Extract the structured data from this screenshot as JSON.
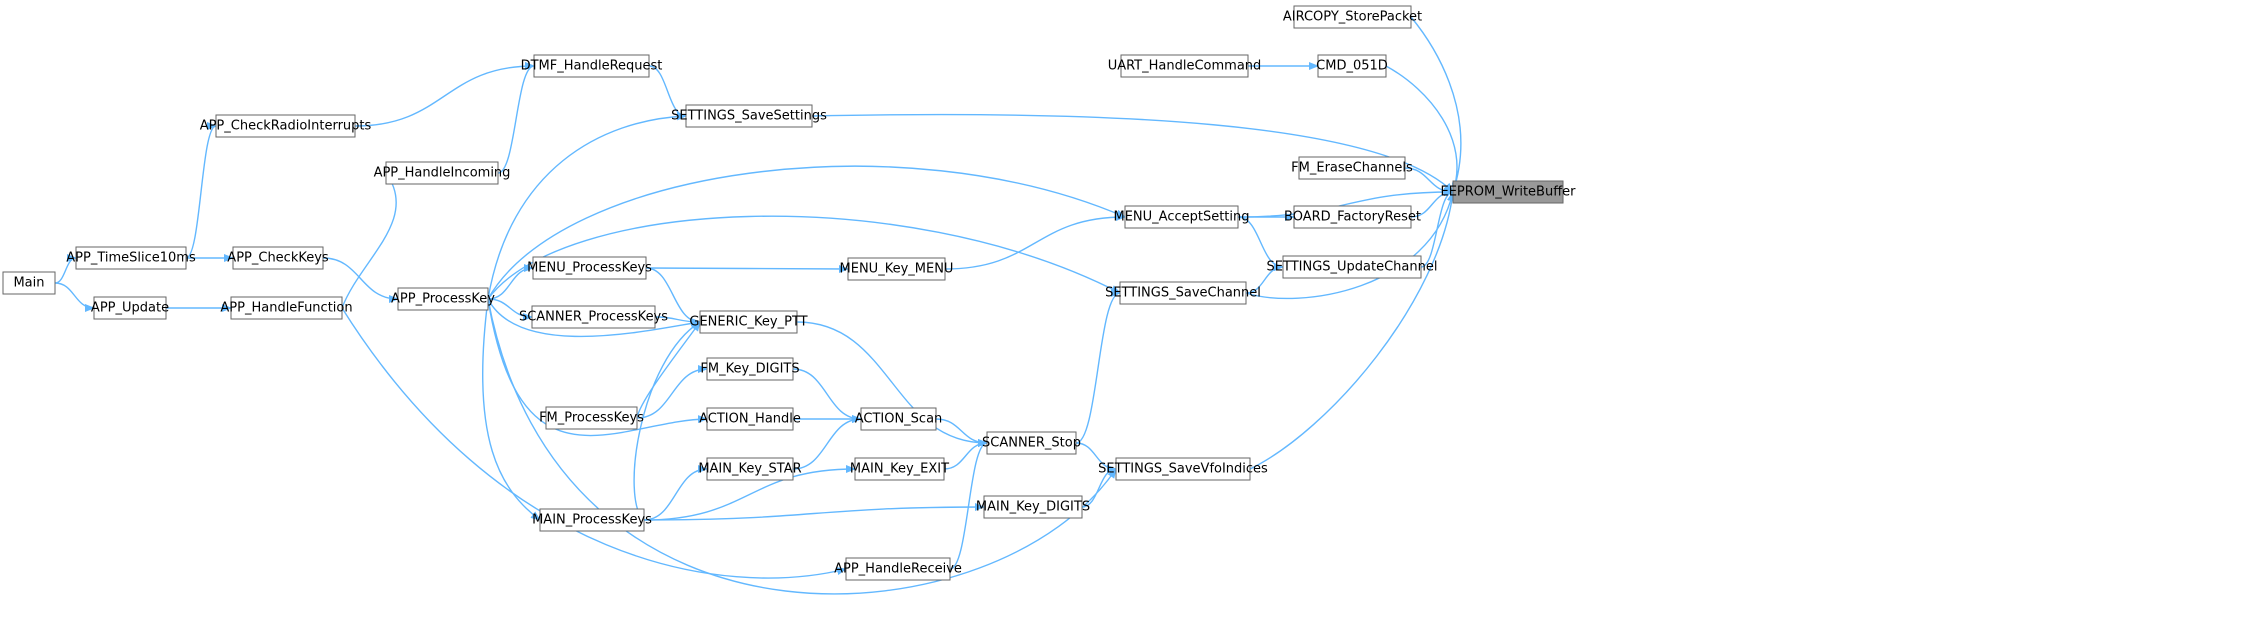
{
  "graph": {
    "root": "EEPROM_WriteBuffer",
    "colors": {
      "edge": "#63b8ff",
      "node_border": "#666666",
      "focus_fill": "#999999",
      "node_fill": "#ffffff"
    },
    "nodes": [
      {
        "id": "Main",
        "label": "Main"
      },
      {
        "id": "APP_TimeSlice10ms",
        "label": "APP_TimeSlice10ms"
      },
      {
        "id": "APP_Update",
        "label": "APP_Update"
      },
      {
        "id": "APP_CheckRadioInterrupts",
        "label": "APP_CheckRadioInterrupts"
      },
      {
        "id": "APP_CheckKeys",
        "label": "APP_CheckKeys"
      },
      {
        "id": "APP_HandleFunction",
        "label": "APP_HandleFunction"
      },
      {
        "id": "APP_HandleIncoming",
        "label": "APP_HandleIncoming"
      },
      {
        "id": "APP_ProcessKey",
        "label": "APP_ProcessKey"
      },
      {
        "id": "DTMF_HandleRequest",
        "label": "DTMF_HandleRequest"
      },
      {
        "id": "MENU_ProcessKeys",
        "label": "MENU_ProcessKeys"
      },
      {
        "id": "SCANNER_ProcessKeys",
        "label": "SCANNER_ProcessKeys"
      },
      {
        "id": "FM_ProcessKeys",
        "label": "FM_ProcessKeys"
      },
      {
        "id": "MAIN_ProcessKeys",
        "label": "MAIN_ProcessKeys"
      },
      {
        "id": "SETTINGS_SaveSettings",
        "label": "SETTINGS_SaveSettings"
      },
      {
        "id": "GENERIC_Key_PTT",
        "label": "GENERIC_Key_PTT"
      },
      {
        "id": "FM_Key_DIGITS",
        "label": "FM_Key_DIGITS"
      },
      {
        "id": "ACTION_Handle",
        "label": "ACTION_Handle"
      },
      {
        "id": "MAIN_Key_STAR",
        "label": "MAIN_Key_STAR"
      },
      {
        "id": "MENU_Key_MENU",
        "label": "MENU_Key_MENU"
      },
      {
        "id": "ACTION_Scan",
        "label": "ACTION_Scan"
      },
      {
        "id": "MAIN_Key_EXIT",
        "label": "MAIN_Key_EXIT"
      },
      {
        "id": "APP_HandleReceive",
        "label": "APP_HandleReceive"
      },
      {
        "id": "SCANNER_Stop",
        "label": "SCANNER_Stop"
      },
      {
        "id": "MAIN_Key_DIGITS",
        "label": "MAIN_Key_DIGITS"
      },
      {
        "id": "UART_HandleCommand",
        "label": "UART_HandleCommand"
      },
      {
        "id": "MENU_AcceptSetting",
        "label": "MENU_AcceptSetting"
      },
      {
        "id": "SETTINGS_SaveChannel",
        "label": "SETTINGS_SaveChannel"
      },
      {
        "id": "SETTINGS_SaveVfoIndices",
        "label": "SETTINGS_SaveVfoIndices"
      },
      {
        "id": "AIRCOPY_StorePacket",
        "label": "AIRCOPY_StorePacket"
      },
      {
        "id": "CMD_051D",
        "label": "CMD_051D"
      },
      {
        "id": "FM_EraseChannels",
        "label": "FM_EraseChannels"
      },
      {
        "id": "BOARD_FactoryReset",
        "label": "BOARD_FactoryReset"
      },
      {
        "id": "SETTINGS_UpdateChannel",
        "label": "SETTINGS_UpdateChannel"
      },
      {
        "id": "EEPROM_WriteBuffer",
        "label": "EEPROM_WriteBuffer"
      }
    ],
    "edges": [
      {
        "from": "Main",
        "to": "APP_TimeSlice10ms"
      },
      {
        "from": "Main",
        "to": "APP_Update"
      },
      {
        "from": "APP_TimeSlice10ms",
        "to": "APP_CheckRadioInterrupts"
      },
      {
        "from": "APP_TimeSlice10ms",
        "to": "APP_CheckKeys"
      },
      {
        "from": "APP_Update",
        "to": "APP_HandleFunction"
      },
      {
        "from": "APP_CheckRadioInterrupts",
        "to": "DTMF_HandleRequest"
      },
      {
        "from": "APP_CheckKeys",
        "to": "APP_ProcessKey"
      },
      {
        "from": "APP_HandleFunction",
        "to": "APP_HandleIncoming"
      },
      {
        "from": "APP_HandleFunction",
        "to": "APP_HandleReceive"
      },
      {
        "from": "APP_HandleIncoming",
        "to": "DTMF_HandleRequest"
      },
      {
        "from": "APP_ProcessKey",
        "to": "SETTINGS_SaveSettings"
      },
      {
        "from": "APP_ProcessKey",
        "to": "MENU_AcceptSetting"
      },
      {
        "from": "APP_ProcessKey",
        "to": "SETTINGS_SaveChannel"
      },
      {
        "from": "APP_ProcessKey",
        "to": "MENU_ProcessKeys"
      },
      {
        "from": "APP_ProcessKey",
        "to": "SCANNER_ProcessKeys"
      },
      {
        "from": "APP_ProcessKey",
        "to": "GENERIC_Key_PTT"
      },
      {
        "from": "APP_ProcessKey",
        "to": "ACTION_Handle"
      },
      {
        "from": "APP_ProcessKey",
        "to": "MAIN_ProcessKeys"
      },
      {
        "from": "APP_ProcessKey",
        "to": "SETTINGS_SaveVfoIndices"
      },
      {
        "from": "DTMF_HandleRequest",
        "to": "SETTINGS_SaveSettings"
      },
      {
        "from": "MENU_ProcessKeys",
        "to": "GENERIC_Key_PTT"
      },
      {
        "from": "MENU_ProcessKeys",
        "to": "MENU_Key_MENU"
      },
      {
        "from": "SCANNER_ProcessKeys",
        "to": "GENERIC_Key_PTT"
      },
      {
        "from": "FM_ProcessKeys",
        "to": "GENERIC_Key_PTT"
      },
      {
        "from": "FM_ProcessKeys",
        "to": "FM_Key_DIGITS"
      },
      {
        "from": "MAIN_ProcessKeys",
        "to": "GENERIC_Key_PTT"
      },
      {
        "from": "MAIN_ProcessKeys",
        "to": "MAIN_Key_STAR"
      },
      {
        "from": "MAIN_ProcessKeys",
        "to": "MAIN_Key_EXIT"
      },
      {
        "from": "MAIN_ProcessKeys",
        "to": "MAIN_Key_DIGITS"
      },
      {
        "from": "GENERIC_Key_PTT",
        "to": "SCANNER_Stop"
      },
      {
        "from": "FM_Key_DIGITS",
        "to": "ACTION_Scan"
      },
      {
        "from": "ACTION_Handle",
        "to": "ACTION_Scan"
      },
      {
        "from": "MAIN_Key_STAR",
        "to": "ACTION_Scan"
      },
      {
        "from": "ACTION_Scan",
        "to": "SCANNER_Stop"
      },
      {
        "from": "MAIN_Key_EXIT",
        "to": "SCANNER_Stop"
      },
      {
        "from": "APP_HandleReceive",
        "to": "SCANNER_Stop"
      },
      {
        "from": "MENU_Key_MENU",
        "to": "MENU_AcceptSetting"
      },
      {
        "from": "SCANNER_Stop",
        "to": "SETTINGS_SaveChannel"
      },
      {
        "from": "SCANNER_Stop",
        "to": "SETTINGS_SaveVfoIndices"
      },
      {
        "from": "MAIN_Key_DIGITS",
        "to": "SETTINGS_SaveVfoIndices"
      },
      {
        "from": "UART_HandleCommand",
        "to": "CMD_051D"
      },
      {
        "from": "MENU_AcceptSetting",
        "to": "BOARD_FactoryReset"
      },
      {
        "from": "MENU_AcceptSetting",
        "to": "SETTINGS_UpdateChannel"
      },
      {
        "from": "MENU_AcceptSetting",
        "to": "EEPROM_WriteBuffer"
      },
      {
        "from": "SETTINGS_SaveChannel",
        "to": "SETTINGS_UpdateChannel"
      },
      {
        "from": "SETTINGS_SaveChannel",
        "to": "EEPROM_WriteBuffer"
      },
      {
        "from": "SETTINGS_SaveVfoIndices",
        "to": "EEPROM_WriteBuffer"
      },
      {
        "from": "SETTINGS_SaveSettings",
        "to": "EEPROM_WriteBuffer"
      },
      {
        "from": "AIRCOPY_StorePacket",
        "to": "EEPROM_WriteBuffer"
      },
      {
        "from": "CMD_051D",
        "to": "EEPROM_WriteBuffer"
      },
      {
        "from": "FM_EraseChannels",
        "to": "EEPROM_WriteBuffer"
      },
      {
        "from": "BOARD_FactoryReset",
        "to": "EEPROM_WriteBuffer"
      },
      {
        "from": "SETTINGS_UpdateChannel",
        "to": "EEPROM_WriteBuffer"
      }
    ]
  }
}
